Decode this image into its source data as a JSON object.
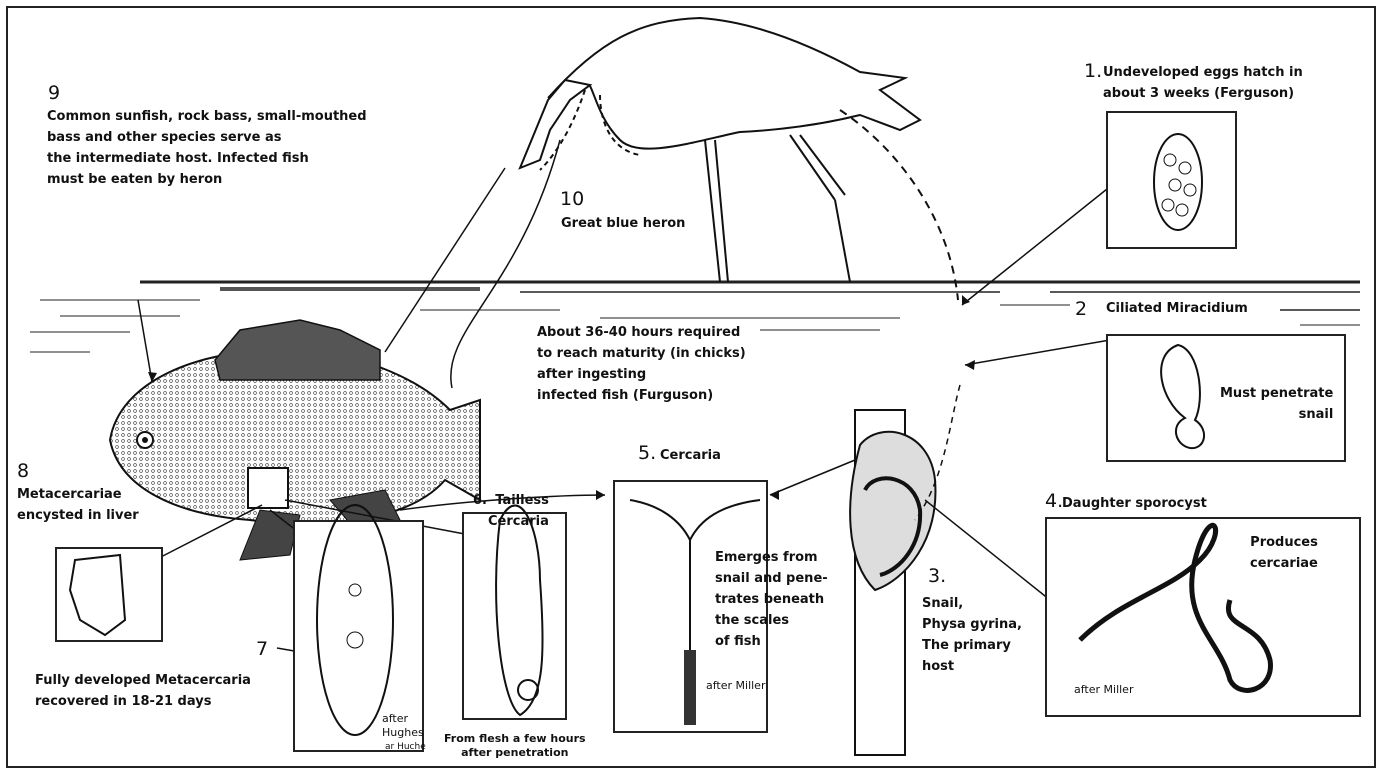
{
  "stages": {
    "s1": {
      "number": "1.",
      "text": "Undeveloped eggs hatch in\nabout 3 weeks (Ferguson)"
    },
    "s2": {
      "number": "2",
      "title": "Ciliated Miracidium",
      "note": "Must penetrate\nsnail"
    },
    "s3": {
      "number": "3.",
      "text": "Snail,\nPhysa gyrina,\nThe primary\nhost"
    },
    "s4": {
      "number": "4.",
      "title": "Daughter sporocyst",
      "note": "Produces\ncercariae",
      "credit": "after Miller"
    },
    "s5": {
      "number": "5.",
      "title": "Cercaria",
      "note": "Emerges from\nsnail and pene-\ntrates beneath\nthe scales\nof fish",
      "credit": "after Miller"
    },
    "s6": {
      "number": "6.",
      "title": "Tailless\nCercaria",
      "note": "From flesh a few hours\nafter penetration"
    },
    "s7": {
      "number": "7",
      "credit": "after\nHughes",
      "credit2": "ar Huche"
    },
    "s8": {
      "number": "8",
      "text": "Metacercariae\nencysted in liver"
    },
    "s9": {
      "number": "9",
      "text": "Common sunfish, rock bass, small-mouthed\nbass and    other species serve as\nthe intermediate host. Infected fish\nmust be eaten by heron"
    },
    "s10": {
      "number": "10",
      "text": "Great blue heron"
    }
  },
  "maturity_note": "About 36-40 hours required\nto reach maturity (in chicks)\nafter ingesting\ninfected fish (Furguson)",
  "recovery_note": "Fully developed Metacercaria\nrecovered in 18-21 days"
}
